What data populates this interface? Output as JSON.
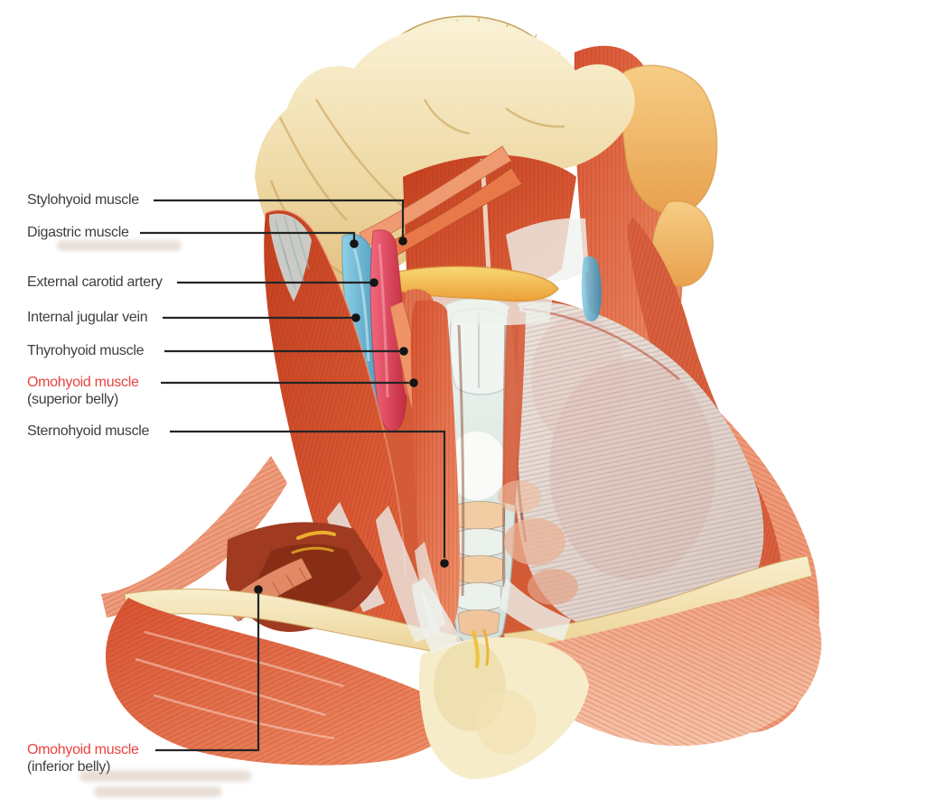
{
  "figure": {
    "kind": "anatomical-illustration",
    "region_shown": "anterior neck musculature",
    "background": "#ffffff"
  },
  "labels": [
    {
      "id": "stylohyoid",
      "text": "Stylohyoid muscle",
      "sub": "",
      "emphasis": "normal"
    },
    {
      "id": "digastric",
      "text": "Digastric muscle",
      "sub": "",
      "emphasis": "normal"
    },
    {
      "id": "external-carotid",
      "text": "External carotid artery",
      "sub": "",
      "emphasis": "normal"
    },
    {
      "id": "internal-jugular",
      "text": "Internal jugular vein",
      "sub": "",
      "emphasis": "normal"
    },
    {
      "id": "thyrohyoid",
      "text": "Thyrohyoid muscle",
      "sub": "",
      "emphasis": "normal"
    },
    {
      "id": "omohyoid-superior",
      "text": "Omohyoid muscle",
      "sub": "(superior belly)",
      "emphasis": "red"
    },
    {
      "id": "sternohyoid",
      "text": "Sternohyoid muscle",
      "sub": "",
      "emphasis": "normal"
    },
    {
      "id": "omohyoid-inferior",
      "text": "Omohyoid muscle",
      "sub": "(inferior belly)",
      "emphasis": "red"
    }
  ],
  "colors": {
    "label_text": "#3e3e40",
    "label_accent_red": "#e84340",
    "leader_line": "#242424",
    "pointer_dot": "#151515",
    "bone_cream": "#eed9a4",
    "bone_orange": "#eda95c",
    "hyoid_yellow": "#f2c75f",
    "muscle_dark_red": "#c94425",
    "muscle_mid_red": "#e06038",
    "muscle_salmon": "#ef9a78",
    "vein_blue": "#5aaccd",
    "artery_red": "#e04a5e",
    "cartilage_pale": "#e9f0ec",
    "fascia_white": "#f0f4f1",
    "pale_dissection": "#ecdcd4"
  }
}
